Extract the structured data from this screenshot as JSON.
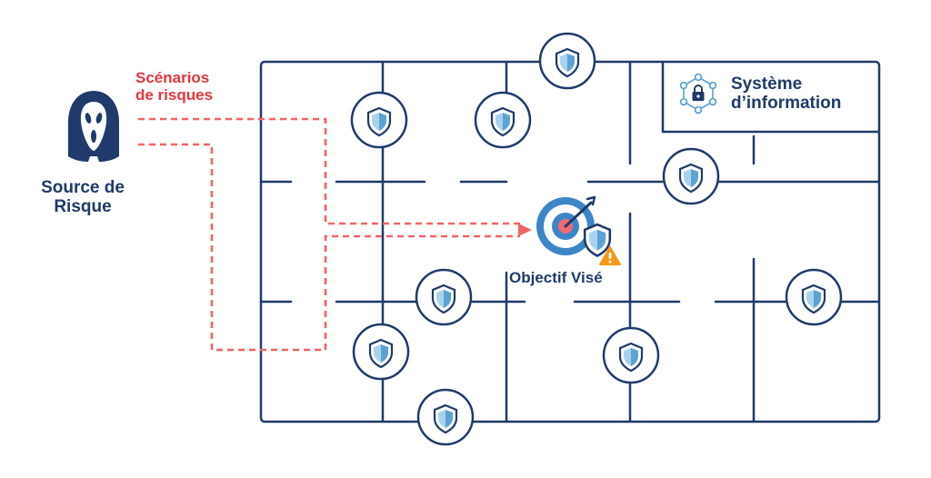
{
  "diagram": {
    "scenarios_label": [
      "Scénarios",
      "de risques"
    ],
    "source_label": [
      "Source de",
      "Risque"
    ],
    "target_label": "Objectif Visé",
    "system_label": [
      "Système",
      "d’information"
    ]
  },
  "colors": {
    "grid": "#1f3a6b",
    "navy": "#1f3a6b",
    "scenario_red": "#e8343d",
    "dash_red": "#f26464",
    "shield_light": "#a9d2f0",
    "shield_dark": "#5ca2d4",
    "target_blue": "#3d86c6",
    "target_red": "#f06a73",
    "warning": "#f49a16"
  },
  "icons": {
    "source": "ghost-mask-icon",
    "security_control": "shield-icon",
    "target": "bullseye-target-icon",
    "warning": "warning-triangle-icon",
    "system": "network-lock-icon"
  }
}
